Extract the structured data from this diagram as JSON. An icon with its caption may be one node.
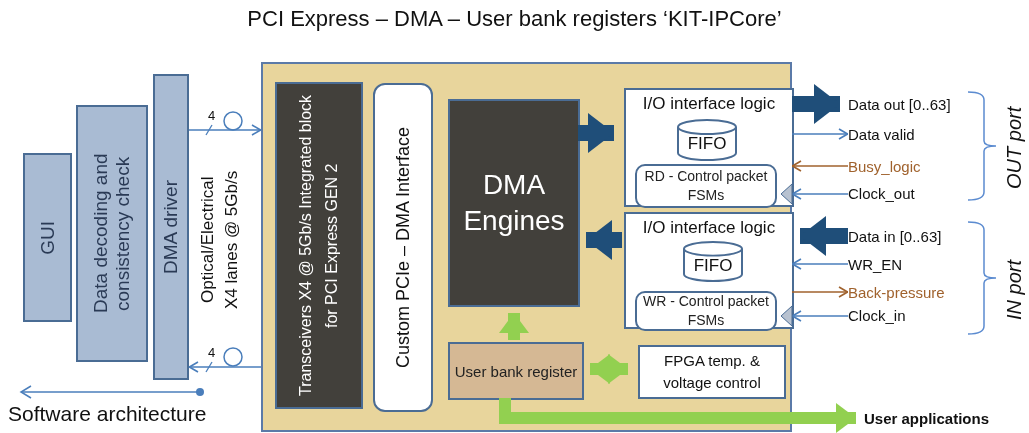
{
  "diagram": {
    "title": "PCI Express – DMA – User bank registers ‘KIT-IPCore’",
    "nodes": [
      {
        "text": [
          "GUI"
        ]
      },
      {
        "text": [
          "Data decoding and consistency check"
        ]
      },
      {
        "text": [
          "DMA driver"
        ]
      },
      {
        "text": [],
        "shape": "box"
      },
      {
        "text": [
          "Transceivers X4 @ 5Gb/s Integrated block for PCI Express GEN 2"
        ],
        "in": 3
      },
      {
        "text": [
          "Custom PCIe – DMA Interface"
        ],
        "in": 3
      },
      {
        "text": [
          "DMA Engines"
        ],
        "in": 3
      },
      {
        "text": [
          "I/O interface logic"
        ],
        "in": 3
      },
      {
        "text": [
          "FIFO"
        ],
        "in": 7
      },
      {
        "text": [
          "RD - Control packet FSMs"
        ],
        "in": 7
      },
      {
        "text": [
          "I/O interface logic"
        ],
        "in": 3
      },
      {
        "text": [
          "FIFO"
        ],
        "in": 10
      },
      {
        "text": [
          "WR - Control packet FSMs"
        ],
        "in": 10
      },
      {
        "text": [
          "User bank register"
        ],
        "in": 3
      },
      {
        "text": [
          "FPGA temp. & voltage control"
        ],
        "in": 3
      },
      {
        "text": [
          "Data out [0..63]"
        ]
      },
      {
        "text": [
          "Data valid"
        ]
      },
      {
        "text": [
          "Busy_logic"
        ]
      },
      {
        "text": [
          "Clock_out"
        ]
      },
      {
        "text": [
          "Data in [0..63]"
        ]
      },
      {
        "text": [
          "WR_EN"
        ]
      },
      {
        "text": [
          "Back-pressure"
        ]
      },
      {
        "text": [
          "Clock_in"
        ]
      },
      {
        "text": [
          "User applications"
        ]
      }
    ],
    "edges": [
      {
        "from": 2,
        "to": 3,
        "arrow": "to"
      },
      {
        "from": 3,
        "to": 2,
        "arrow": "to"
      },
      {
        "from": 6,
        "to": 7,
        "arrow": "to",
        "style": "thick",
        "color": "#1f4e79"
      },
      {
        "from": 10,
        "to": 6,
        "arrow": "to",
        "style": "thick",
        "color": "#1f4e79"
      },
      {
        "from": 7,
        "to": 15,
        "arrow": "to",
        "style": "thick",
        "color": "#1f4e79"
      },
      {
        "from": 7,
        "to": 16,
        "arrow": "to"
      },
      {
        "from": 17,
        "to": 7,
        "arrow": "to",
        "color": "#a0622d"
      },
      {
        "from": 18,
        "to": 7,
        "arrow": "to"
      },
      {
        "from": 19,
        "to": 10,
        "arrow": "to",
        "style": "thick",
        "color": "#1f4e79"
      },
      {
        "from": 20,
        "to": 10,
        "arrow": "to"
      },
      {
        "from": 10,
        "to": 21,
        "arrow": "to",
        "color": "#a0622d"
      },
      {
        "from": 22,
        "to": 10,
        "arrow": "to"
      },
      {
        "from": 13,
        "to": 6,
        "arrow": "to",
        "style": "thick",
        "color": "#92d050"
      },
      {
        "from": 13,
        "to": 14,
        "arrow": "both",
        "style": "thick",
        "color": "#92d050"
      },
      {
        "from": 13,
        "to": 23,
        "arrow": "to",
        "style": "thick",
        "color": "#92d050"
      }
    ],
    "labels": [
      "4",
      "4",
      "Optical/Electrical X4 lanes @ 5Gb/s",
      "Software architecture",
      "OUT port",
      "IN port"
    ]
  }
}
